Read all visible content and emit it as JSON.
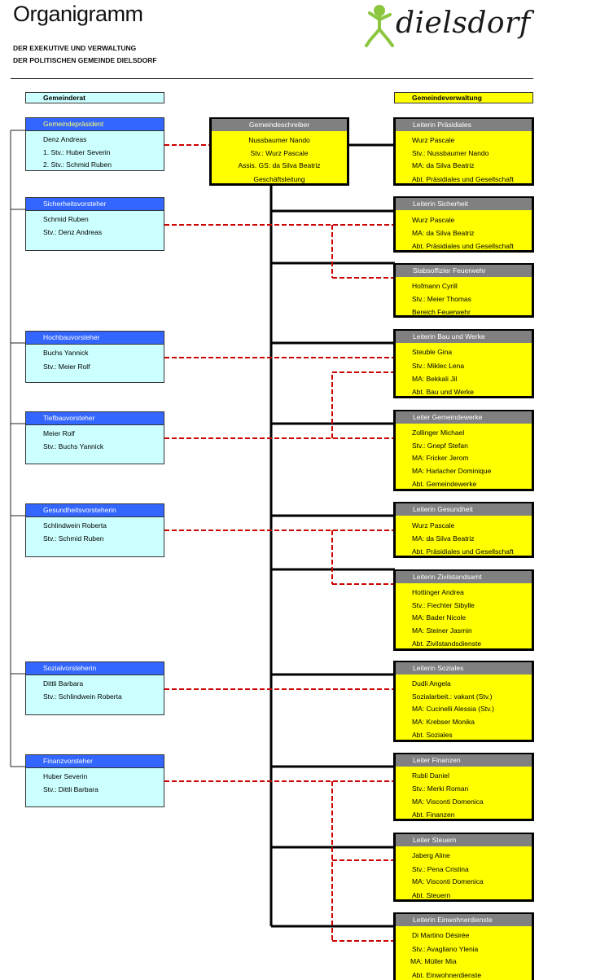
{
  "header": {
    "title": "Organigramm",
    "subtitle_line1": "DER EXEKUTIVE UND VERWALTUNG",
    "subtitle_line2": "DER POLITISCHEN GEMEINDE DIELSDORF",
    "logo_text": "dielsdorf",
    "logo_color": "#8cc63f"
  },
  "sections": {
    "gemeinderat": "Gemeinderat",
    "gemeindeverwaltung": "Gemeindeverwaltung"
  },
  "colors": {
    "council_fill": "#ccffff",
    "council_header": "#3366ff",
    "admin_fill": "#ffff00",
    "admin_header": "#808080",
    "dashed_link": "#cc0000"
  },
  "council": [
    {
      "header": "Gemeindepräsident",
      "lines": [
        "Denz Andreas",
        "1. Stv.: Huber Severin",
        "2. Stv.: Schmid Ruben"
      ]
    },
    {
      "header": "Sicherheitsvorsteher",
      "lines": [
        "Schmid Ruben",
        "Stv.: Denz Andreas"
      ]
    },
    {
      "header": "Hochbauvorsteher",
      "lines": [
        "Buchs Yannick",
        "Stv.: Meier Rolf"
      ]
    },
    {
      "header": "Tiefbauvorsteher",
      "lines": [
        "Meier Rolf",
        "Stv.: Buchs Yannick"
      ]
    },
    {
      "header": "Gesundheitsvorsteherin",
      "lines": [
        "Schlindwein Roberta",
        "Stv.: Schmid Ruben"
      ]
    },
    {
      "header": "Sozialvorsteherin",
      "lines": [
        "Dittli Barbara",
        "Stv.: Schlindwein Roberta"
      ]
    },
    {
      "header": "Finanzvorsteher",
      "lines": [
        "Huber Severin",
        "Stv.: Dittli Barbara"
      ]
    }
  ],
  "gemeindeschreiber": {
    "header": "Gemeindeschreiber",
    "lines": [
      "Nussbaumer Nando",
      "Stv.: Wurz Pascale",
      "Assis. GS: da Silva Beatriz",
      "Geschäftsleitung"
    ]
  },
  "admin": [
    {
      "header": "Leiterin Präsidiales",
      "lines": [
        "Wurz Pascale",
        "Stv.: Nussbaumer Nando",
        "MA: da Silva Beatriz",
        "Abt. Präsidiales und Gesellschaft"
      ]
    },
    {
      "header": "Leiterin Sicherheit",
      "lines": [
        "Wurz Pascale",
        "MA: da Silva Beatriz",
        "Abt. Präsidiales und Gesellschaft"
      ]
    },
    {
      "header": "Stabsoffizier Feuerwehr",
      "lines": [
        "Hofmann Cyrill",
        "Stv.: Meier Thomas",
        "Bereich Feuerwehr"
      ]
    },
    {
      "header": "Leiterin Bau und Werke",
      "lines": [
        "Steuble Gina",
        "Stv.: Miklec Lena",
        "MA: Bekkali Jil",
        "Abt. Bau und Werke"
      ]
    },
    {
      "header": "Leiter Gemeindewerke",
      "lines": [
        "Zollinger Michael",
        "Stv.: Gnepf Stefan",
        "MA: Fricker Jerom",
        "MA: Harlacher Dominique",
        "Abt. Gemeindewerke"
      ]
    },
    {
      "header": "Leiterin Gesundheit",
      "lines": [
        "Wurz Pascale",
        "MA: da Silva Beatriz",
        "Abt. Präsidiales und Gesellschaft"
      ]
    },
    {
      "header": "Leiterin Zivilstandsamt",
      "lines": [
        "Hottinger Andrea",
        "Stv.: Fiechter Sibylle",
        "MA: Bader Nicole",
        "MA: Steiner Jasmin",
        "Abt. Zivilstandsdienste"
      ]
    },
    {
      "header": "Leiterin Soziales",
      "lines": [
        "Dudli Angela",
        "Sozialarbeit.: vakant (Stv.)",
        "MA: Cucinelli Alessia (Stv.)",
        "MA: Krebser Monika",
        "Abt. Soziales"
      ]
    },
    {
      "header": "Leiter Finanzen",
      "lines": [
        "Rubli Daniel",
        "Stv.: Merki Roman",
        "MA: Visconti Domenica",
        "Abt. Finanzen"
      ]
    },
    {
      "header": "Leiter Steuern",
      "lines": [
        "Jaberg Aline",
        "Stv.: Pena Cristina",
        "MA: Visconti Domenica",
        "Abt. Steuern"
      ]
    },
    {
      "header": "Leiterin Einwohnerdienste",
      "lines": [
        "Di Martino Désirée",
        "Stv.: Avagliano Ylenia",
        "MA:  Müller Mia",
        "Abt. Einwohnerdienste"
      ]
    }
  ]
}
